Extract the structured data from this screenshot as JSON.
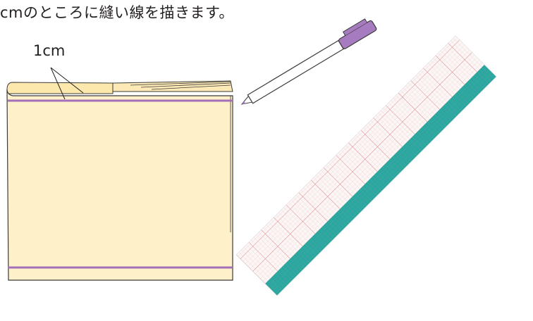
{
  "caption": "cmのところに縫い線を描きます。",
  "dimension_label": "1cm",
  "colors": {
    "fabric": "#fef0c9",
    "fabric_fold": "#fce8ad",
    "stitch_line": "#a370b9",
    "pen_cap": "#a77bbf",
    "ruler_green": "#2aa7a0",
    "ruler_grid": "#e26b6b",
    "outline": "#3b3b3b"
  },
  "icons": [
    "fabric-piece",
    "marker-pen-icon",
    "grid-ruler-icon"
  ]
}
